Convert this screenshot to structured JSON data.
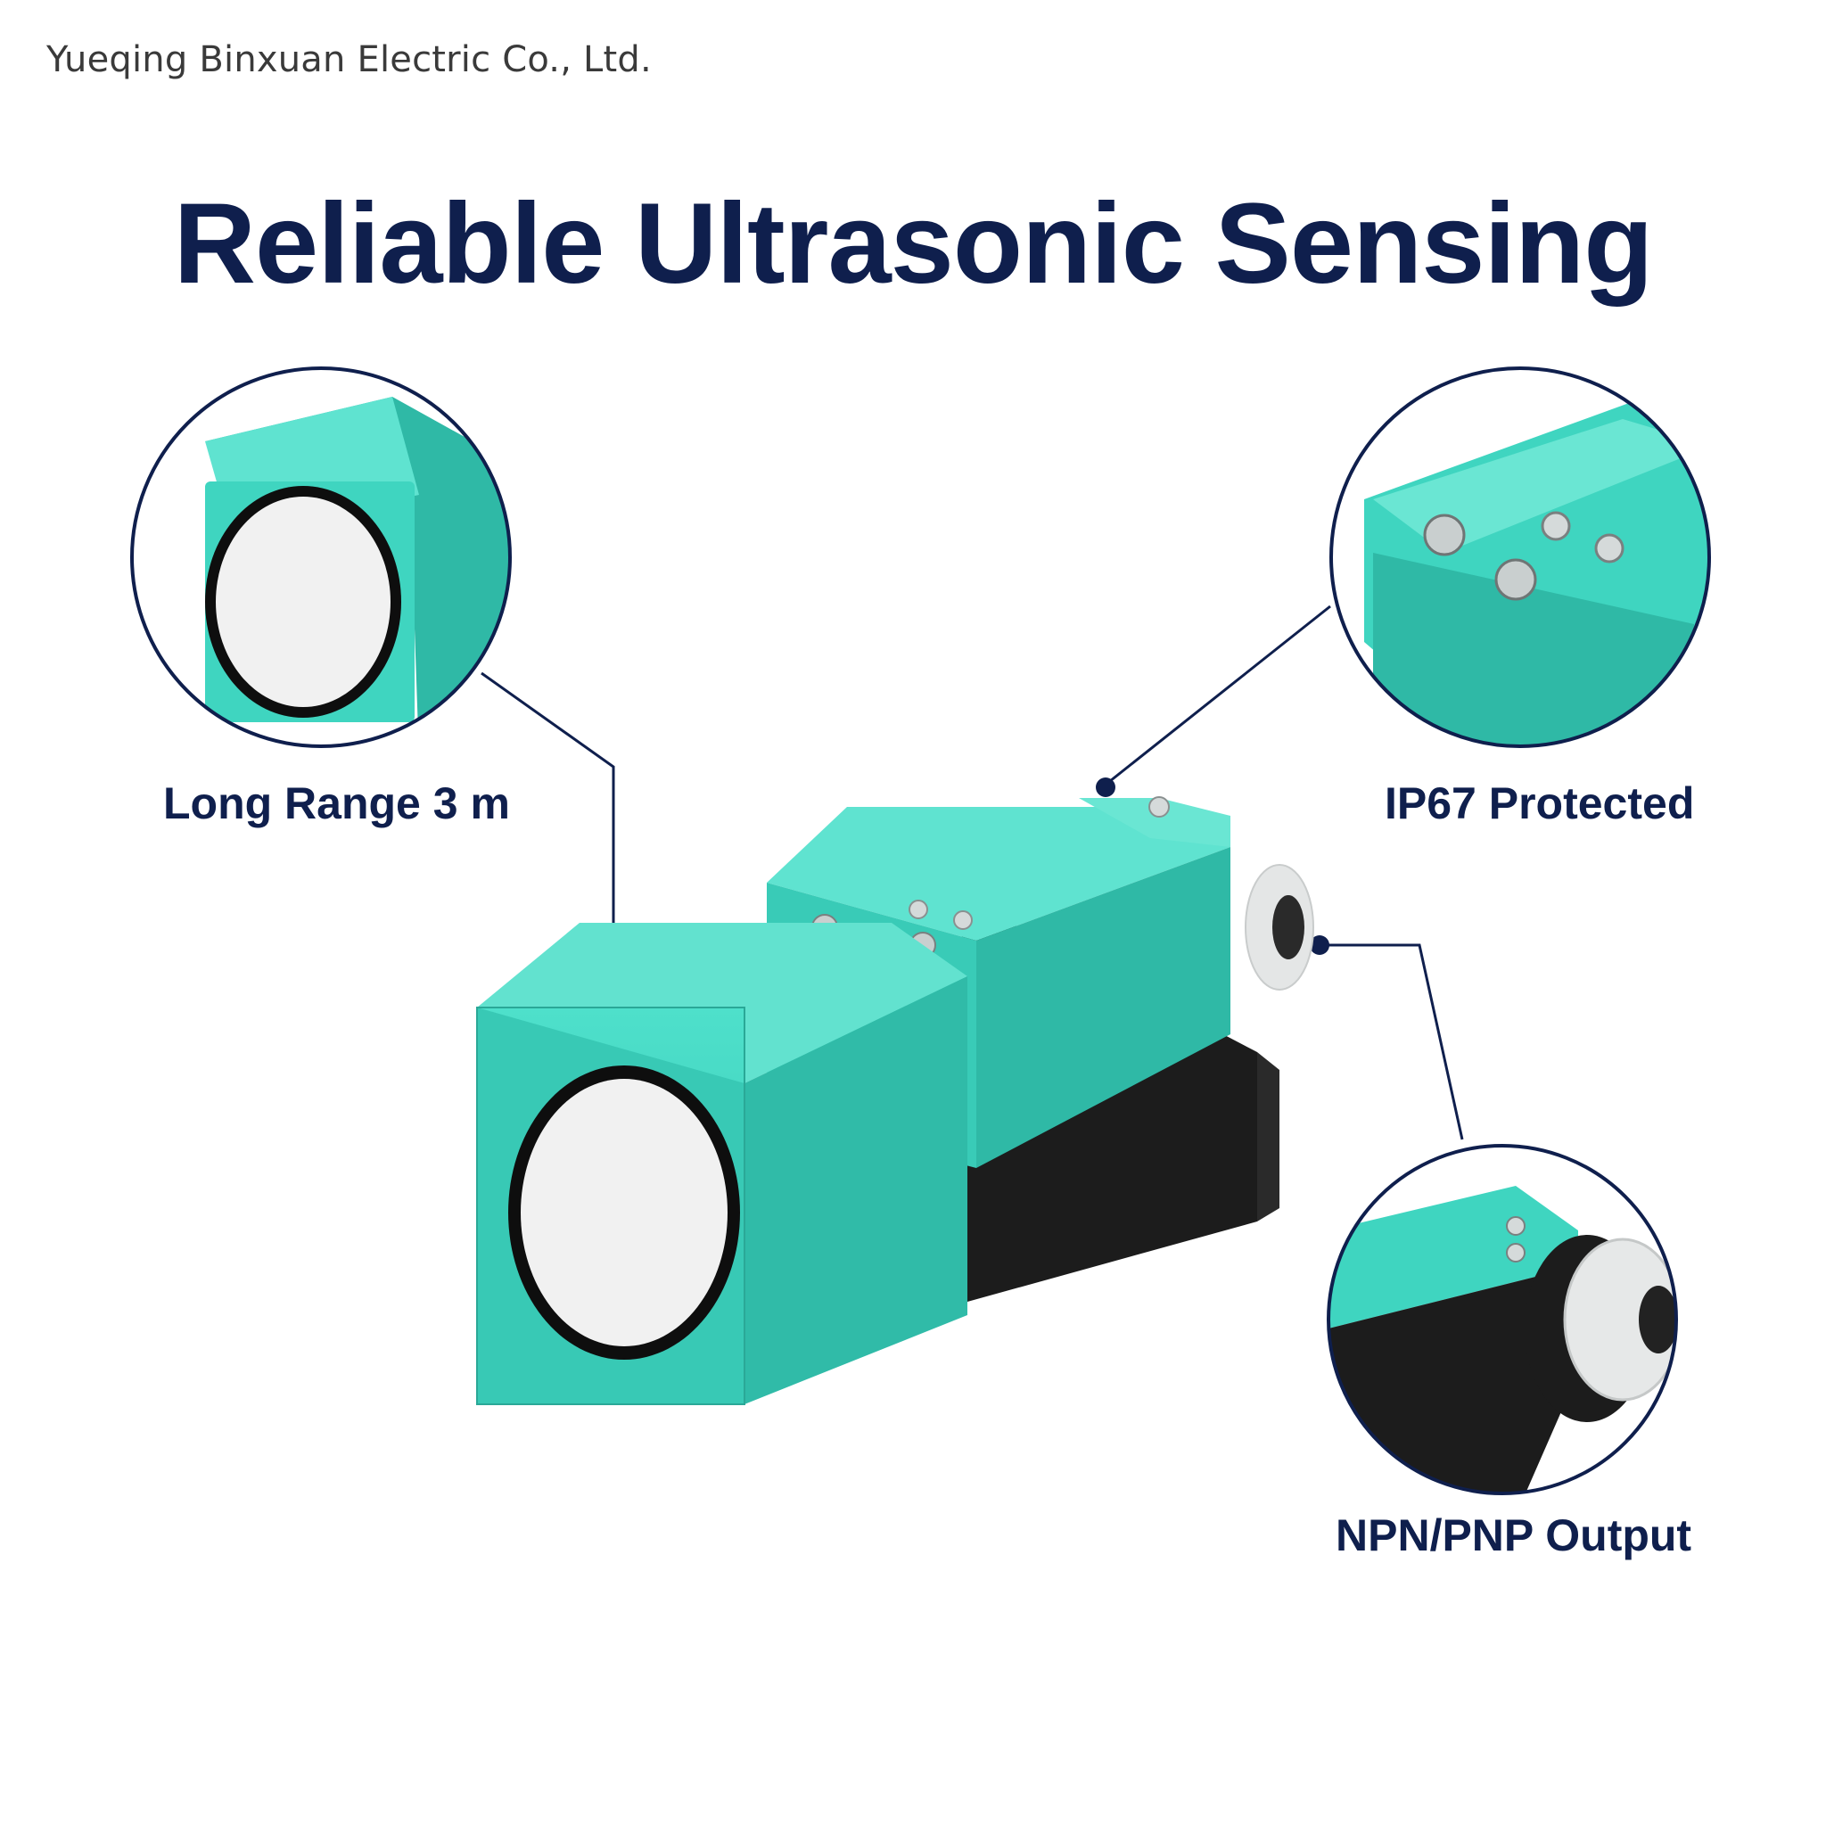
{
  "company_name": "Yueqing Binxuan Electric Co., Ltd.",
  "headline": "Reliable Ultrasonic Sensing",
  "features": [
    {
      "label": "Long Range 3 m"
    },
    {
      "label": "IP67 Protected"
    },
    {
      "label": "NPN/PNP Output"
    }
  ],
  "colors": {
    "brand_navy": "#0f1f4d",
    "sensor_teal": "#3fd5c0",
    "sensor_teal_dark": "#2db6a3",
    "face_white": "#f0f0f0",
    "base_black": "#1c1c1c"
  }
}
